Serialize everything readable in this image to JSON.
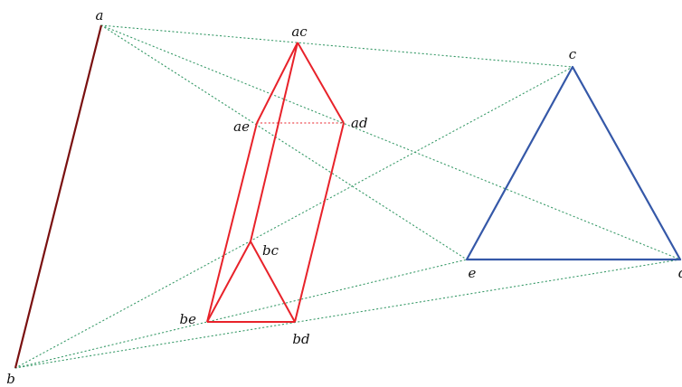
{
  "figure": {
    "labels": {
      "a": "a",
      "b": "b",
      "c": "c",
      "d": "d",
      "e": "e",
      "ac": "ac",
      "ad": "ad",
      "ae": "ae",
      "bc": "bc",
      "bd": "bd",
      "be": "be"
    },
    "colors": {
      "segment_ab": "#7a1010",
      "triangle_cde": "#3558a8",
      "prism": "#e8222a",
      "join_lines": "#3a9b6a"
    }
  }
}
